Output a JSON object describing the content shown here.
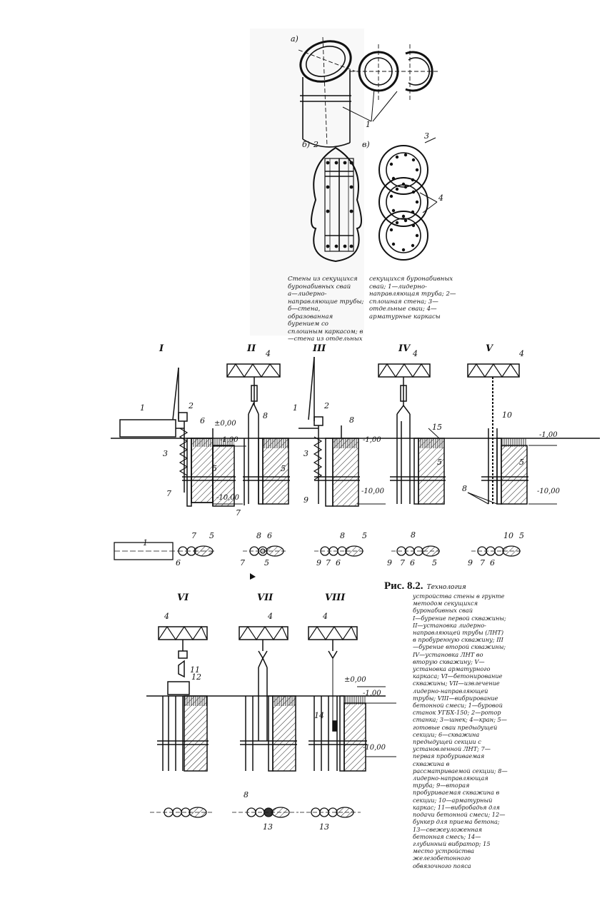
{
  "top_figure": {
    "panel_labels": [
      "а)",
      "б)",
      "в)"
    ],
    "callouts": {
      "a": "1",
      "b": "2",
      "c": "3",
      "d": "4"
    },
    "caption_col1": "Стены из секущихся буронабивных свай\nа—лидерно-направляющие трубы; б—стена, образованная бурением со сплошным каркасом; в—стена из отдельных",
    "caption_col2": "секущихся буронабивных свай; 1—лидерно-направляющая труба; 2—сплошная стена; 3—отдельные сваи; 4—арматурные каркасы"
  },
  "stages": {
    "s1": "I",
    "s2": "II",
    "s3": "III",
    "s4": "IV",
    "s5": "V",
    "s6": "VI",
    "s7": "VII",
    "s8": "VIII"
  },
  "elevations": {
    "zero": "±0,00",
    "minus1": "-1,00",
    "minus10": "-10,00"
  },
  "numbers": {
    "n1": "1",
    "n2": "2",
    "n3": "3",
    "n4": "4",
    "n5": "5",
    "n6": "6",
    "n7": "7",
    "n8": "8",
    "n9": "9",
    "n10": "10",
    "n11": "11",
    "n12": "12",
    "n13": "13",
    "n14": "14",
    "n15": "15"
  },
  "figure_caption": {
    "title": "Рис. 8.2.",
    "title_tail": "Технология",
    "body": "устройства стены в грунте методом секущихся буронабивных свай\nI—бурение первой скважины; II—установка лидерно-направляющей трубы (ЛНТ) в пробуренную скважину; III—бурение второй скважины; IV—установка ЛНТ во вторую скважину; V—установка арматурного каркаса; VI—бетонирование скважины; VII—извлечение лидерно-направляющей трубы; VIII—вибрирование бетонной смеси; 1—буровой станок УГБХ-150; 2—ротор станка; 3—шнек; 4—кран; 5—готовые сваи предыдущей секции; 6—скважина предыдущей секции с установленной ЛНТ; 7—первая пробуриваемая скважина в рассматриваемой секции; 8—лидерно-направляющая труба; 9—вторая пробуриваемая скважина в секции; 10—арматурный каркас; 11—вибробадья для подачи бетонной смеси; 12—бункер для приема бетона; 13—свежеуложенная бетонная смесь; 14—глубинный вибратор; 15 место устройства железобетонного обвязочного пояса"
  }
}
